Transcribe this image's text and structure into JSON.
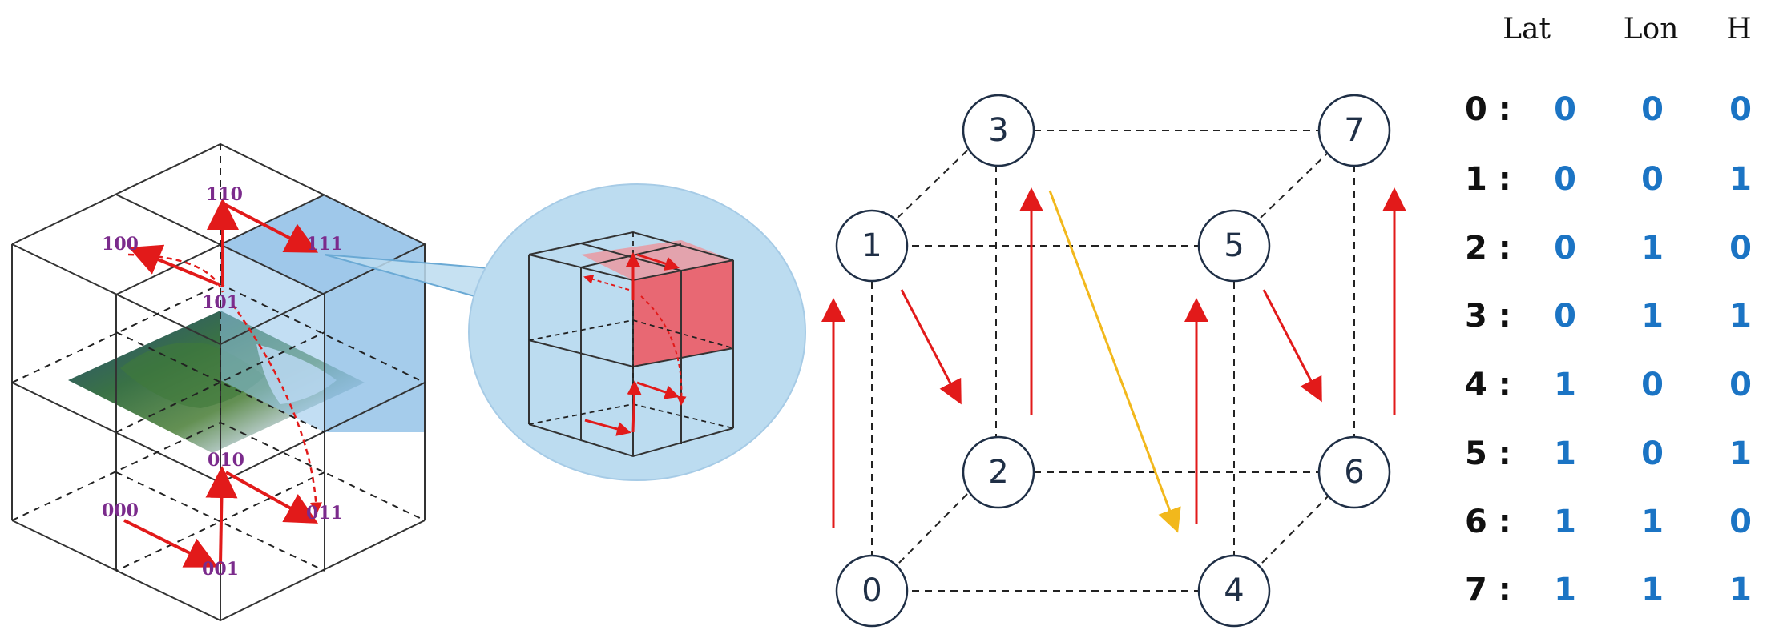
{
  "colors": {
    "edge_solid": "#333333",
    "edge_dashed": "#222222",
    "arrow_red": "#e21a1a",
    "arrow_yellow": "#f2b81c",
    "node_stroke": "#1f2f46",
    "label_purple": "#7b2b8c",
    "table_value_blue": "#1b74c4",
    "zoom_bubble": "#bcdcf0",
    "highlight_blue": "#7fb6e3",
    "highlight_red": "#f0535d"
  },
  "left_cube": {
    "labels": [
      "110",
      "100",
      "111",
      "101",
      "010",
      "000",
      "011",
      "001"
    ]
  },
  "graph": {
    "nodes": [
      "3",
      "7",
      "1",
      "5",
      "2",
      "6",
      "0",
      "4"
    ]
  },
  "table": {
    "headers": [
      "Lat",
      "Lon",
      "H"
    ],
    "rows": [
      {
        "idx": "0 :",
        "lat": "0",
        "lon": "0",
        "h": "0"
      },
      {
        "idx": "1 :",
        "lat": "0",
        "lon": "0",
        "h": "1"
      },
      {
        "idx": "2 :",
        "lat": "0",
        "lon": "1",
        "h": "0"
      },
      {
        "idx": "3 :",
        "lat": "0",
        "lon": "1",
        "h": "1"
      },
      {
        "idx": "4 :",
        "lat": "1",
        "lon": "0",
        "h": "0"
      },
      {
        "idx": "5 :",
        "lat": "1",
        "lon": "0",
        "h": "1"
      },
      {
        "idx": "6 :",
        "lat": "1",
        "lon": "1",
        "h": "0"
      },
      {
        "idx": "7 :",
        "lat": "1",
        "lon": "1",
        "h": "1"
      }
    ]
  }
}
